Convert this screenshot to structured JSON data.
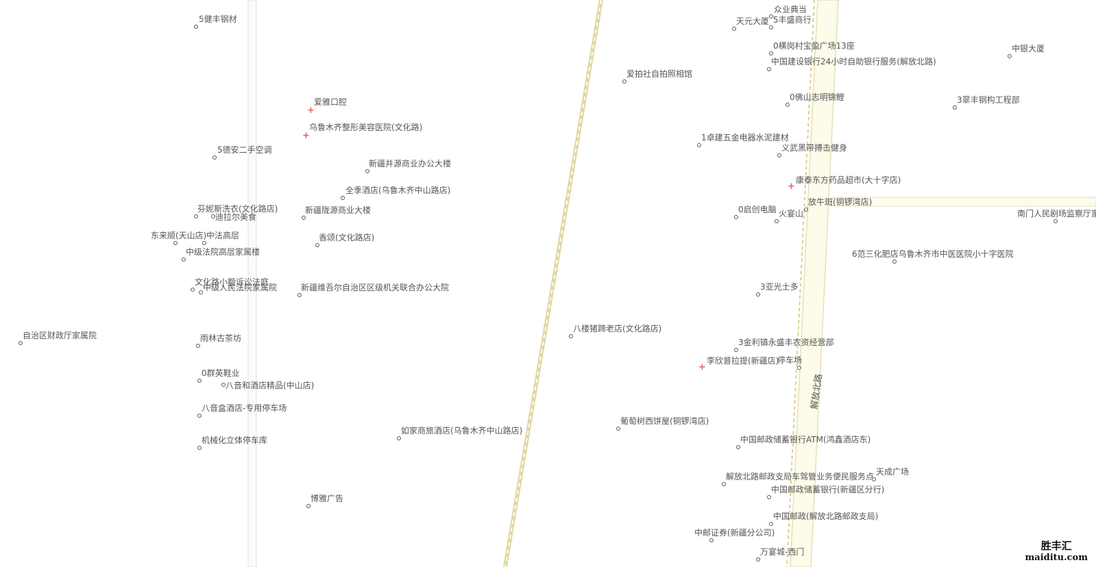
{
  "colors": {
    "road_fill": "#fdfbe9",
    "road_edge": "#e7dfb6",
    "rail": "#d9d08a",
    "minor_road": "#e3e3e3",
    "poi_text": "#555555",
    "hospital": "#f05a5a"
  },
  "road_label": "解放北路",
  "watermark": {
    "line1": "胜丰汇",
    "line2": "maiditu.com"
  },
  "pois": [
    {
      "name": "5健丰钢材",
      "type": "dot"
    },
    {
      "name": "爱雅口腔",
      "type": "hospital"
    },
    {
      "name": "乌鲁木齐整形美容医院(文化路)",
      "type": "hospital"
    },
    {
      "name": "5德安二手空调",
      "type": "dot"
    },
    {
      "name": "新疆井源商业办公大楼",
      "type": "dot"
    },
    {
      "name": "全季酒店(乌鲁木齐中山路店)",
      "type": "dot"
    },
    {
      "name": "芬妮斯洗衣(文化路店)",
      "type": "dot"
    },
    {
      "name": "迪拉尔美食",
      "type": "dot"
    },
    {
      "name": "新疆陇源商业大楼",
      "type": "dot"
    },
    {
      "name": "东来顺(天山店)",
      "type": "dot"
    },
    {
      "name": "中法高层",
      "type": "dot"
    },
    {
      "name": "香颂(文化路店)",
      "type": "dot"
    },
    {
      "name": "中级法院高层家属楼",
      "type": "dot"
    },
    {
      "name": "文化路小额诉讼法庭",
      "type": "dot"
    },
    {
      "name": "中级人民法院家属院",
      "type": "dot"
    },
    {
      "name": "新疆维吾尔自治区区级机关联合办公大院",
      "type": "dot"
    },
    {
      "name": "自治区财政厅家属院",
      "type": "dot"
    },
    {
      "name": "雨林古茶坊",
      "type": "dot"
    },
    {
      "name": "0群英鞋业",
      "type": "dot"
    },
    {
      "name": "八音和酒店精品(中山店)",
      "type": "dot"
    },
    {
      "name": "八音盒酒店-专用停车场",
      "type": "dot"
    },
    {
      "name": "机械化立体停车库",
      "type": "dot"
    },
    {
      "name": "如家商旅酒店(乌鲁木齐中山路店)",
      "type": "dot"
    },
    {
      "name": "博雅广告",
      "type": "dot"
    },
    {
      "name": "爱拍社自拍照相馆",
      "type": "dot"
    },
    {
      "name": "八楼猪蹄老店(文化路店)",
      "type": "dot"
    },
    {
      "name": "葡萄树西饼屋(铜锣湾店)",
      "type": "dot"
    },
    {
      "name": "众业典当",
      "type": "dot"
    },
    {
      "name": "天元大厦",
      "type": "dot"
    },
    {
      "name": "5丰盛商行",
      "type": "dot"
    },
    {
      "name": "0横岗村宝盈广场13座",
      "type": "dot"
    },
    {
      "name": "中国建设银行24小时自助银行服务(解放北路)",
      "type": "dot"
    },
    {
      "name": "0佛山志明锦鲤",
      "type": "dot"
    },
    {
      "name": "1卓建五金电器水泥建材",
      "type": "dot"
    },
    {
      "name": "义武黑带搏击健身",
      "type": "dot"
    },
    {
      "name": "康泰东方药品超市(大十字店)",
      "type": "hospital"
    },
    {
      "name": "放牛斑(铜锣湾店)",
      "type": "dot"
    },
    {
      "name": "0启创电脑",
      "type": "dot"
    },
    {
      "name": "火宴山",
      "type": "dot"
    },
    {
      "name": "3亚光士多",
      "type": "dot"
    },
    {
      "name": "3金利镇永盛丰农资经营部",
      "type": "dot"
    },
    {
      "name": "李欣普拉提(新疆店)",
      "type": "hospital"
    },
    {
      "name": "停车场",
      "type": "dot"
    },
    {
      "name": "中国邮政储蓄银行ATM(鸿鑫酒店东)",
      "type": "dot"
    },
    {
      "name": "解放北路邮政支局车驾管业务便民服务点",
      "type": "dot"
    },
    {
      "name": "天成广场",
      "type": "dot"
    },
    {
      "name": "中国邮政储蓄银行(新疆区分行)",
      "type": "dot"
    },
    {
      "name": "中国邮政(解放北路邮政支局)",
      "type": "dot"
    },
    {
      "name": "中邮证券(新疆分公司)",
      "type": "dot"
    },
    {
      "name": "万宴城-西门",
      "type": "dot"
    },
    {
      "name": "中银大厦",
      "type": "dot"
    },
    {
      "name": "3翠丰钢构工程部",
      "type": "dot"
    },
    {
      "name": "南门人民剧场监察厅家",
      "type": "dot"
    },
    {
      "name": "6范三化肥店乌鲁木齐市中医医院小十字医院",
      "type": "dot"
    }
  ]
}
